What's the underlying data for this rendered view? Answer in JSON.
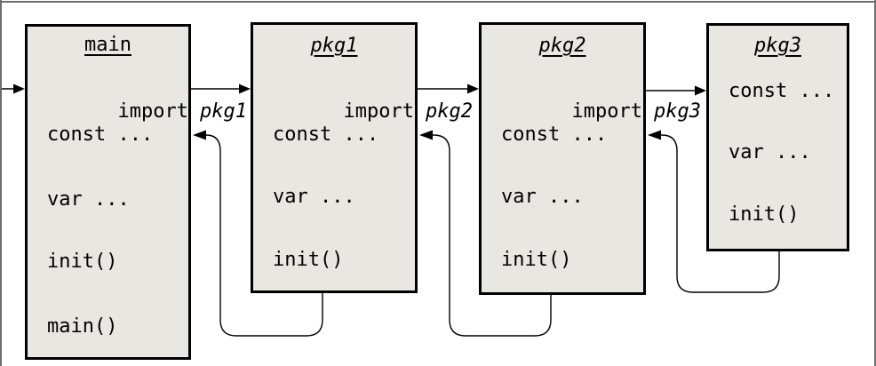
{
  "boxes": [
    {
      "title": "main",
      "import_keyword": "import",
      "import_pkg": "pkg1",
      "const_row": "const ...",
      "var_row": "var ...",
      "init_row": "init()",
      "main_row": "main()"
    },
    {
      "title": "pkg1",
      "import_keyword": "import",
      "import_pkg": "pkg2",
      "const_row": "const ...",
      "var_row": "var ...",
      "init_row": "init()"
    },
    {
      "title": "pkg2",
      "import_keyword": "import",
      "import_pkg": "pkg3",
      "const_row": "const ...",
      "var_row": "var ...",
      "init_row": "init()"
    },
    {
      "title": "pkg3",
      "const_row": "const ...",
      "var_row": "var ...",
      "init_row": "init()"
    }
  ],
  "colors": {
    "box_fill": "#e9e7e2",
    "box_border": "#000000",
    "frame_line": "#6e6e6e",
    "arrow": "#000000",
    "text": "#000000"
  }
}
